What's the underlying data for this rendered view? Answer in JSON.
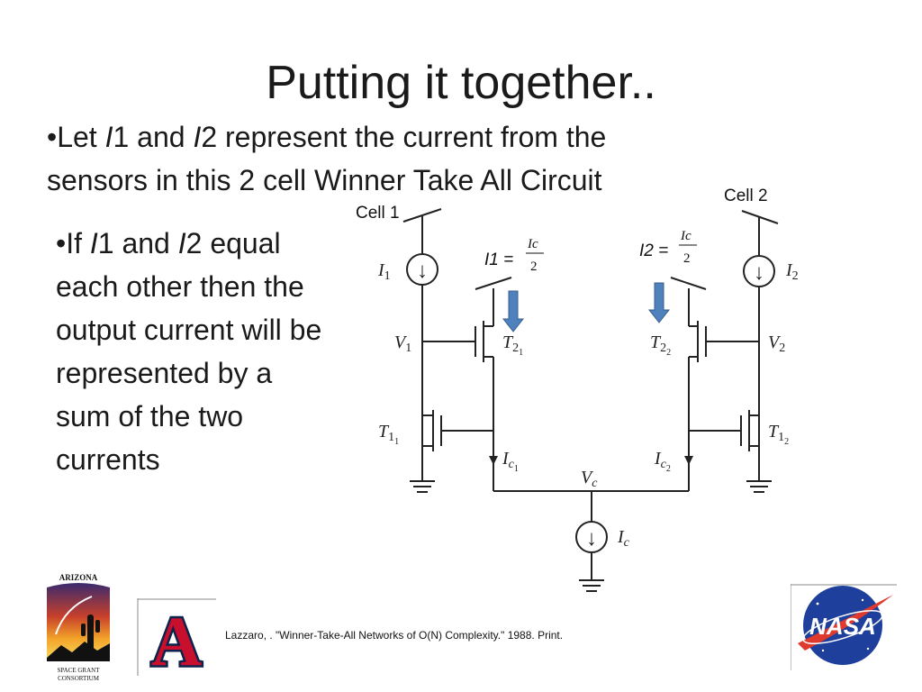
{
  "slide": {
    "title": "Putting it together..",
    "bullet1": {
      "mark": "•",
      "p1": "Let ",
      "i1": "I",
      "p2": "1 and ",
      "i2": "I",
      "p3": "2 represent the current from the sensors in this 2 cell Winner Take All Circuit"
    },
    "bullet2": {
      "mark": "•",
      "p1": "If ",
      "i1": "I",
      "p2": "1 and ",
      "i2": "I",
      "p3": "2 equal each other then the output current will be represented by a sum of the two currents"
    },
    "citation": "Lazzaro, . \"Winner-Take-All Networks of O(N) Complexity.\" 1988. Print."
  },
  "circuit": {
    "cell1_label": "Cell 1",
    "cell2_label": "Cell 2",
    "eq1_lhs": "I1 =",
    "eq2_lhs": "I2 =",
    "eq_numerator": "Ic",
    "eq_denominator": "2",
    "labels": {
      "I1": "I",
      "I1_sub": "1",
      "I2": "I",
      "I2_sub": "2",
      "V1": "V",
      "V1_sub": "1",
      "V2": "V",
      "V2_sub": "2",
      "T21": "T",
      "T21_sub": "2",
      "T21_subsub": "1",
      "T22": "T",
      "T22_sub": "2",
      "T22_subsub": "2",
      "T11": "T",
      "T11_sub": "1",
      "T11_subsub": "1",
      "T12": "T",
      "T12_sub": "1",
      "T12_subsub": "2",
      "Ic1": "I",
      "Ic1_sub": "c",
      "Ic1_subsub": "1",
      "Ic2": "I",
      "Ic2_sub": "c",
      "Ic2_subsub": "2",
      "Vc": "V",
      "Vc_sub": "c",
      "Ic": "I",
      "Ic_sub": "c"
    },
    "source_arrow": "↓"
  },
  "logos": {
    "asgc_top": "ARIZONA",
    "asgc_bottom1": "SPACE GRANT",
    "asgc_bottom2": "CONSORTIUM",
    "ua_letter": "A",
    "nasa_text": "NASA"
  },
  "colors": {
    "arrow_fill": "#4f81bd",
    "arrow_stroke": "#385d8a",
    "ua_red": "#c8102e",
    "ua_blue": "#0c234b",
    "nasa_blue": "#1e3f9b",
    "nasa_red": "#e03a2f"
  }
}
